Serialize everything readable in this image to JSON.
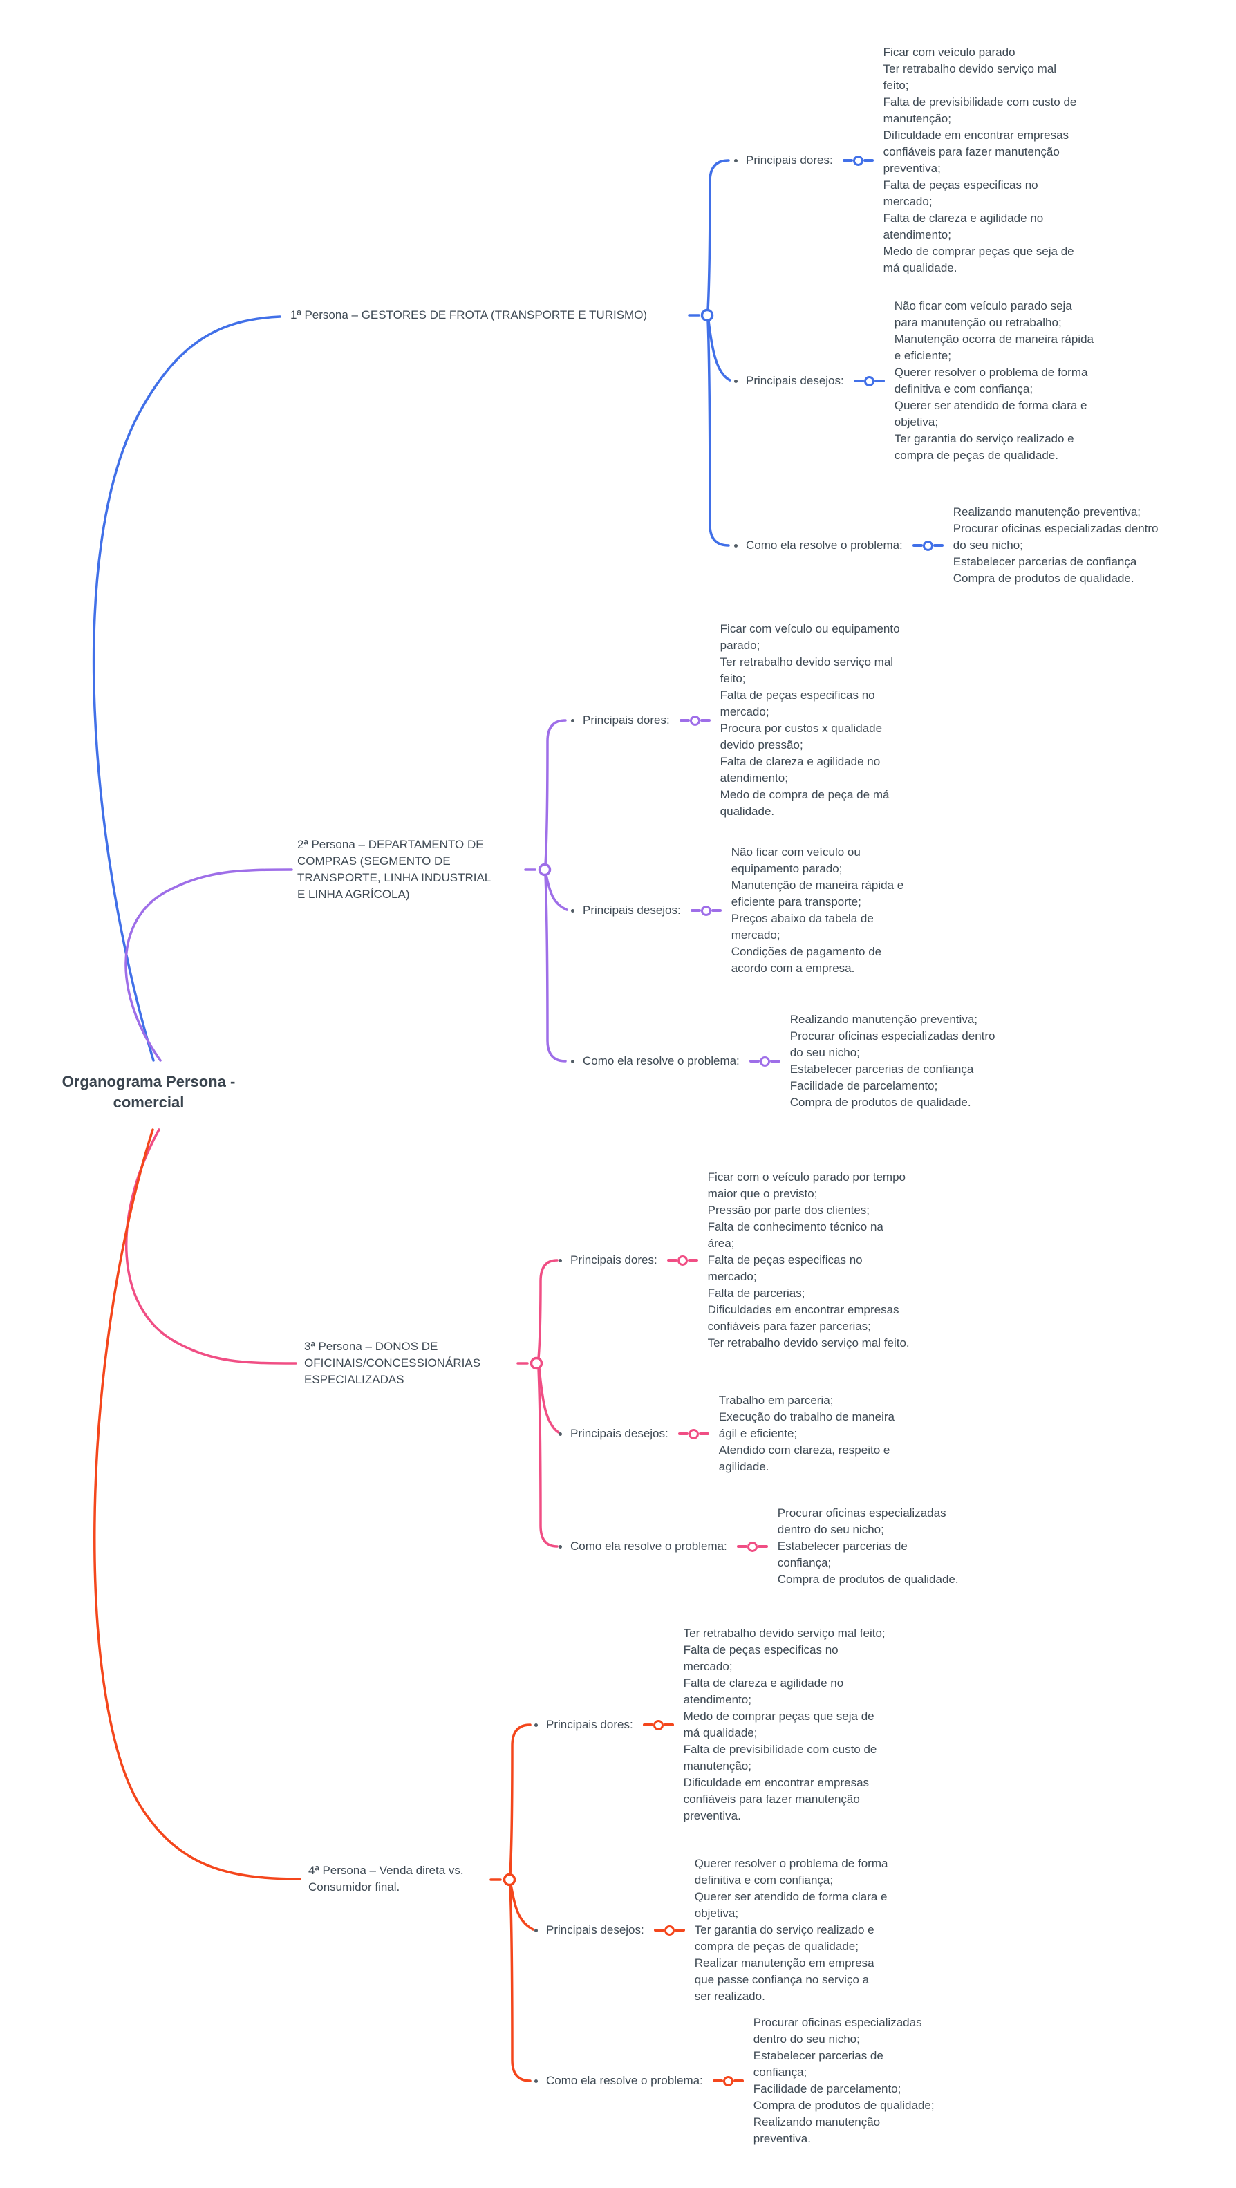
{
  "root": {
    "title": "Organograma Persona -\ncomercial"
  },
  "section_labels": [
    "Principais dores:",
    "Principais desejos:",
    "Como ela resolve o problema:"
  ],
  "personas": [
    {
      "name": "1ª Persona – GESTORES DE FROTA (TRANSPORTE E TURISMO)",
      "color": "#4170E8",
      "sections": [
        {
          "label": "Principais dores:",
          "items": [
            "Ficar com veículo parado",
            "Ter retrabalho devido serviço mal feito;",
            "Falta de previsibilidade com custo de manutenção;",
            "Dificuldade em encontrar empresas confiáveis para fazer manutenção preventiva;",
            "Falta de peças especificas no mercado;",
            "Falta de clareza e agilidade no atendimento;",
            "Medo de comprar peças que seja de má qualidade."
          ]
        },
        {
          "label": "Principais desejos:",
          "items": [
            "Não ficar com veículo parado seja para manutenção ou retrabalho;",
            "Manutenção ocorra de maneira rápida e eficiente;",
            "Querer resolver o problema de forma definitiva e com confiança;",
            "Querer ser atendido de forma clara e objetiva;",
            "Ter garantia do serviço realizado e compra de peças de qualidade."
          ]
        },
        {
          "label": "Como ela resolve o problema:",
          "items": [
            "Realizando manutenção preventiva;",
            "Procurar oficinas especializadas dentro do seu nicho;",
            "Estabelecer parcerias de confiança",
            "Compra de produtos de qualidade."
          ]
        }
      ]
    },
    {
      "name": "2ª Persona – DEPARTAMENTO DE\nCOMPRAS (SEGMENTO DE\nTRANSPORTE, LINHA INDUSTRIAL\nE LINHA AGRÍCOLA)",
      "color": "#9E6EE8",
      "sections": [
        {
          "label": "Principais dores:",
          "items": [
            "Ficar com veículo ou equipamento parado;",
            "Ter retrabalho devido serviço mal feito;",
            "Falta de peças especificas no mercado;",
            "Procura por custos x qualidade devido pressão;",
            "Falta de clareza e agilidade no atendimento;",
            "Medo de compra de peça de má qualidade."
          ]
        },
        {
          "label": "Principais desejos:",
          "items": [
            "Não ficar com veículo ou equipamento parado;",
            "Manutenção de maneira rápida e eficiente para transporte;",
            "Preços abaixo da tabela de mercado;",
            "Condições de pagamento de acordo com a empresa."
          ]
        },
        {
          "label": "Como ela resolve o problema:",
          "items": [
            "Realizando manutenção preventiva;",
            "Procurar oficinas especializadas dentro do seu nicho;",
            "Estabelecer parcerias de confiança",
            "Facilidade de parcelamento;",
            "Compra de produtos de qualidade."
          ]
        }
      ]
    },
    {
      "name": "3ª Persona – DONOS DE\nOFICINAIS/CONCESSIONÁRIAS\nESPECIALIZADAS",
      "color": "#F04E84",
      "sections": [
        {
          "label": "Principais dores:",
          "items": [
            "Ficar com o veículo parado por tempo maior que o previsto;",
            "Pressão por parte dos clientes;",
            "Falta de conhecimento técnico na área;",
            "Falta de peças especificas no mercado;",
            "Falta de parcerias;",
            "Dificuldades em encontrar empresas confiáveis para fazer parcerias;",
            "Ter retrabalho devido serviço mal feito."
          ]
        },
        {
          "label": "Principais desejos:",
          "items": [
            "Trabalho em parceria;",
            "Execução do trabalho de maneira ágil e eficiente;",
            "Atendido com clareza, respeito e agilidade."
          ]
        },
        {
          "label": "Como ela resolve o problema:",
          "items": [
            "Procurar oficinas especializadas dentro do seu nicho;",
            "Estabelecer parcerias de confiança;",
            "Compra de produtos de qualidade."
          ]
        }
      ]
    },
    {
      "name": "4ª Persona – Venda direta vs.\nConsumidor final.",
      "color": "#F4461C",
      "sections": [
        {
          "label": "Principais dores:",
          "items": [
            "Ter retrabalho devido serviço mal feito;",
            "Falta de peças especificas no mercado;",
            "Falta de clareza e agilidade no atendimento;",
            "Medo de comprar peças que seja de má qualidade;",
            "Falta de previsibilidade com custo de manutenção;",
            "Dificuldade em encontrar empresas confiáveis para fazer manutenção preventiva."
          ]
        },
        {
          "label": "Principais desejos:",
          "items": [
            "Querer resolver o problema de forma definitiva e com confiança;",
            "Querer ser atendido de forma clara e objetiva;",
            "Ter garantia do serviço realizado e compra de peças de qualidade;",
            "Realizar manutenção em empresa que passe confiança no serviço a ser realizado."
          ]
        },
        {
          "label": "Como ela resolve o problema:",
          "items": [
            "Procurar oficinas especializadas dentro do seu nicho;",
            "Estabelecer parcerias de confiança;",
            "Facilidade de parcelamento;",
            "Compra de produtos de qualidade;",
            "Realizando manutenção preventiva."
          ]
        }
      ]
    }
  ]
}
